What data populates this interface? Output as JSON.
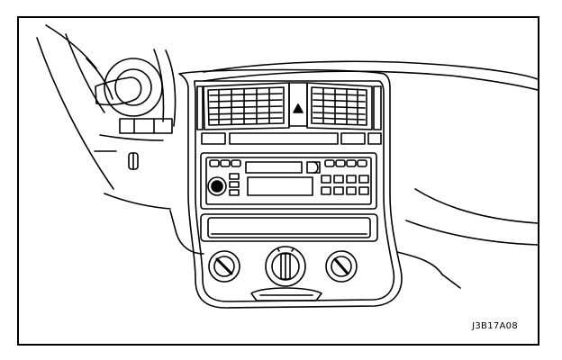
{
  "figure": {
    "code": "J3B17A08",
    "colors": {
      "line": "#000000",
      "background": "#ffffff"
    },
    "components": [
      "steering-column",
      "air-vents",
      "hazard-switch",
      "radio-unit",
      "storage-pocket",
      "climate-knobs",
      "lower-switch"
    ]
  }
}
